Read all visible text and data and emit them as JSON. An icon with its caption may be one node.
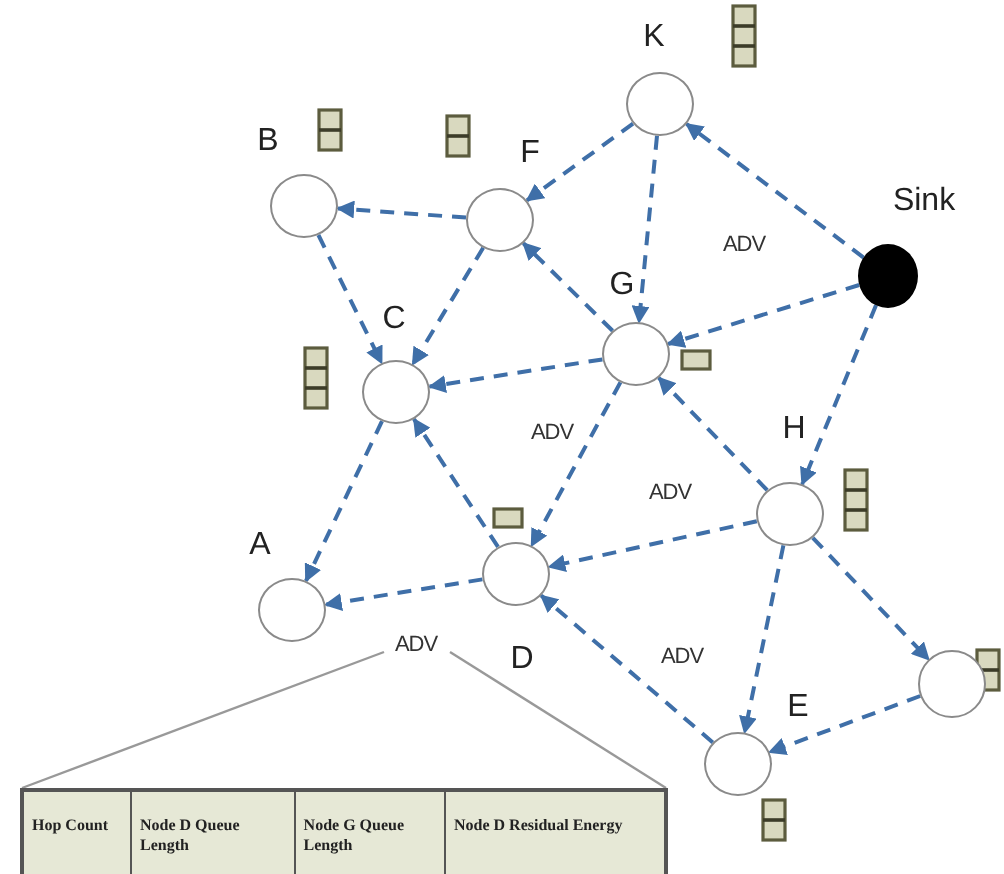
{
  "diagram": {
    "nodes": [
      {
        "text": [
          "K"
        ]
      },
      {
        "text": [
          "B"
        ]
      },
      {
        "text": [
          "F"
        ]
      },
      {
        "text": [
          "Sink"
        ]
      },
      {
        "text": [
          "G"
        ]
      },
      {
        "text": [
          "C"
        ]
      },
      {
        "text": [
          "H"
        ]
      },
      {
        "text": [
          "A"
        ]
      },
      {
        "text": [
          "D"
        ]
      },
      {
        "text": [],
        "shape": "circle"
      },
      {
        "text": [
          "E"
        ]
      },
      {
        "text": [
          "ADV"
        ]
      },
      {
        "text": [
          "Hop Count",
          "Node D Queue Length",
          "Node G Queue Length",
          "Node D Residual Energy"
        ]
      }
    ],
    "edges": [
      {
        "from": 2,
        "to": 1,
        "arrow": "to",
        "style": "dashed"
      },
      {
        "from": 0,
        "to": 2,
        "arrow": "to",
        "style": "dashed"
      },
      {
        "from": 1,
        "to": 5,
        "arrow": "to",
        "style": "dashed"
      },
      {
        "from": 2,
        "to": 5,
        "arrow": "to",
        "style": "dashed"
      },
      {
        "from": 4,
        "to": 2,
        "arrow": "to",
        "style": "dashed"
      },
      {
        "from": 3,
        "to": 0,
        "arrow": "to",
        "style": "dashed"
      },
      {
        "from": 0,
        "to": 4,
        "arrow": "to",
        "style": "dashed"
      },
      {
        "from": 3,
        "to": 4,
        "arrow": "to",
        "style": "dashed"
      },
      {
        "from": 4,
        "to": 5,
        "arrow": "to",
        "style": "dashed"
      },
      {
        "from": 5,
        "to": 7,
        "arrow": "to",
        "style": "dashed"
      },
      {
        "from": 8,
        "to": 5,
        "arrow": "to",
        "style": "dashed"
      },
      {
        "from": 4,
        "to": 8,
        "arrow": "to",
        "style": "dashed"
      },
      {
        "from": 6,
        "to": 4,
        "arrow": "to",
        "style": "dashed"
      },
      {
        "from": 6,
        "to": 8,
        "arrow": "to",
        "style": "dashed"
      },
      {
        "from": 8,
        "to": 7,
        "arrow": "to",
        "style": "dashed"
      },
      {
        "from": 3,
        "to": 6,
        "arrow": "to",
        "style": "dashed"
      },
      {
        "from": 6,
        "to": 10,
        "arrow": "to",
        "style": "dashed"
      },
      {
        "from": 6,
        "to": 9,
        "arrow": "to",
        "style": "dashed"
      },
      {
        "from": 10,
        "to": 8,
        "arrow": "to",
        "style": "dashed"
      },
      {
        "from": 9,
        "to": 10,
        "arrow": "to",
        "style": "dashed"
      },
      {
        "from": 11,
        "to": 12,
        "arrow": "none",
        "color": "#999999"
      },
      {
        "from": 11,
        "to": 12,
        "arrow": "none",
        "color": "#999999"
      }
    ],
    "labels": [
      "ADV",
      "ADV",
      "ADV",
      "ADV"
    ]
  }
}
